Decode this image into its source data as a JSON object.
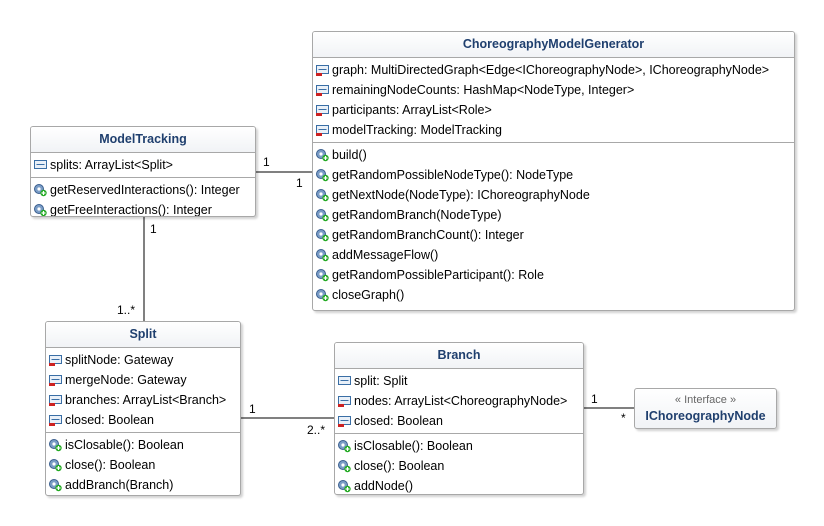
{
  "classes": {
    "generator": {
      "name": "ChoreographyModelGenerator",
      "attributes": [
        "graph: MultiDirectedGraph<Edge<IChoreographyNode>, IChoreographyNode>",
        "remainingNodeCounts: HashMap<NodeType, Integer>",
        "participants: ArrayList<Role>",
        "modelTracking: ModelTracking"
      ],
      "operations": [
        "build()",
        "getRandomPossibleNodeType(): NodeType",
        "getNextNode(NodeType): IChoreographyNode",
        "getRandomBranch(NodeType)",
        "getRandomBranchCount(): Integer",
        "addMessageFlow()",
        "getRandomPossibleParticipant(): Role",
        "closeGraph()"
      ]
    },
    "tracking": {
      "name": "ModelTracking",
      "attributes": [
        "splits: ArrayList<Split>"
      ],
      "operations": [
        "getReservedInteractions(): Integer",
        "getFreeInteractions(): Integer"
      ]
    },
    "split": {
      "name": "Split",
      "attributes": [
        "splitNode: Gateway",
        "mergeNode: Gateway",
        "branches: ArrayList<Branch>",
        "closed: Boolean"
      ],
      "operations": [
        "isClosable(): Boolean",
        "close(): Boolean",
        "addBranch(Branch)"
      ]
    },
    "branch": {
      "name": "Branch",
      "attributes": [
        "split: Split",
        "nodes: ArrayList<ChoreographyNode>",
        "closed: Boolean"
      ],
      "operations": [
        "isClosable(): Boolean",
        "close(): Boolean",
        "addNode()"
      ]
    }
  },
  "interface": {
    "stereotype": "« Interface »",
    "name": "IChoreographyNode"
  },
  "multiplicities": {
    "tracking_generator_left": "1",
    "tracking_generator_right": "1",
    "tracking_split_top": "1",
    "tracking_split_bottom": "1..*",
    "split_branch_left": "1",
    "split_branch_right": "2..*",
    "branch_iface_left": "1",
    "branch_iface_right": "*"
  },
  "colors": {
    "class_name": "#1f3f6e",
    "border": "#a8a8a8",
    "private_marker": "#cc2222",
    "public_marker": "#22aa22",
    "field_icon": "#3a6ea5"
  }
}
